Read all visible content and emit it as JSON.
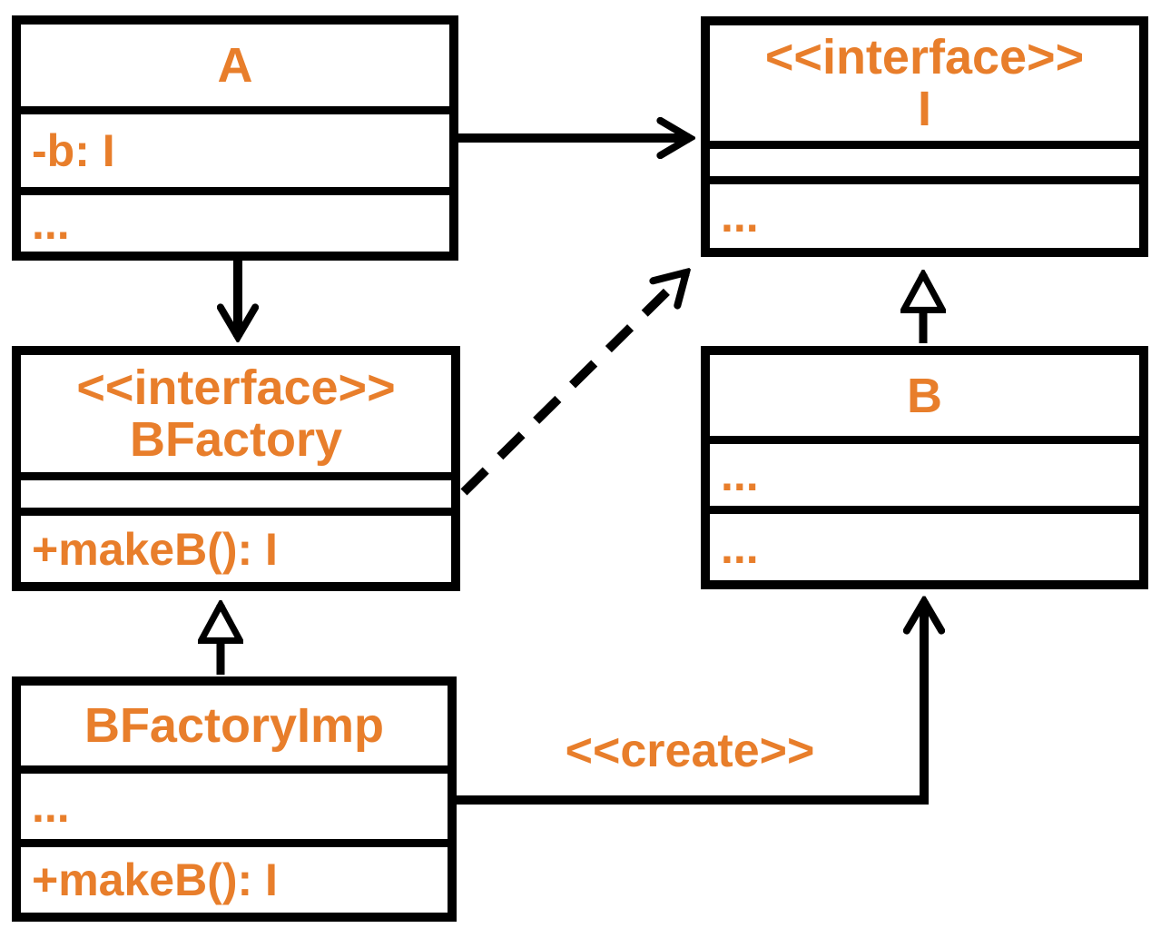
{
  "diagram": {
    "kind": "uml-class-diagram"
  },
  "colors": {
    "accent": "#E87E2B",
    "line": "#000000",
    "background": "#FFFFFF"
  },
  "classes": {
    "a": {
      "name": "A",
      "attribute": "-b: I",
      "method": "..."
    },
    "i": {
      "stereotype": "<<interface>>",
      "name": "I",
      "method": "..."
    },
    "bfactory": {
      "stereotype": "<<interface>>",
      "name": "BFactory",
      "method": "+makeB(): I"
    },
    "b": {
      "name": "B",
      "attribute": "...",
      "method": "..."
    },
    "bfactoryimp": {
      "name": "BFactoryImp",
      "attribute": "...",
      "method": "+makeB(): I"
    }
  },
  "relations": {
    "create_label": "<<create>>"
  }
}
